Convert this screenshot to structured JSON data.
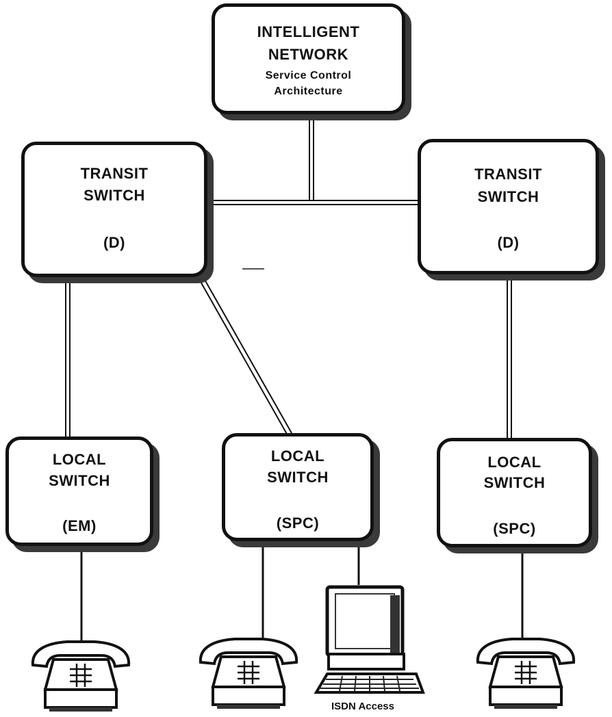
{
  "intelligent_network": {
    "line1": "INTELLIGENT",
    "line2": "NETWORK",
    "sub1": "Service Control",
    "sub2": "Architecture"
  },
  "transit_left": {
    "line1": "TRANSIT",
    "line2": "SWITCH",
    "tag": "(D)"
  },
  "transit_right": {
    "line1": "TRANSIT",
    "line2": "SWITCH",
    "tag": "(D)"
  },
  "local_left": {
    "line1": "LOCAL",
    "line2": "SWITCH",
    "tag": "(EM)"
  },
  "local_mid": {
    "line1": "LOCAL",
    "line2": "SWITCH",
    "tag": "(SPC)"
  },
  "local_right": {
    "line1": "LOCAL",
    "line2": "SWITCH",
    "tag": "(SPC)"
  },
  "terminals": {
    "phone_icon": "telephone-icon",
    "terminal_icon": "computer-terminal-icon",
    "isdn_caption": "ISDN Access"
  },
  "colors": {
    "ink": "#111111",
    "shadow": "#3a3a3a",
    "background": "#ffffff"
  }
}
